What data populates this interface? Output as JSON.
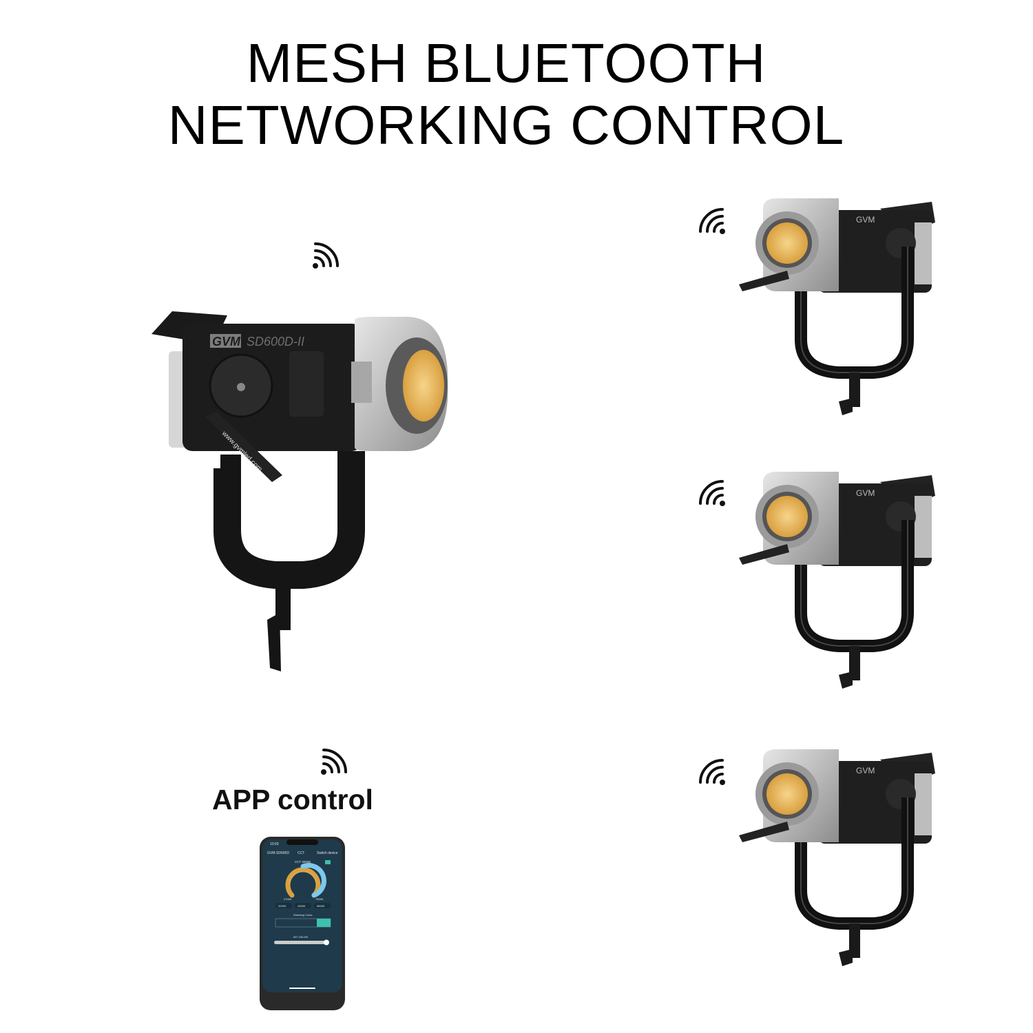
{
  "title": {
    "line1": "MESH BLUETOOTH",
    "line2": "NETWORKING CONTROL"
  },
  "app_label": "APP control",
  "main_light": {
    "brand": "GVM",
    "model": "SD600D-II",
    "url": "www.gvmled.com"
  },
  "small_lights": [
    {
      "brand": "GVM"
    },
    {
      "brand": "GVM"
    },
    {
      "brand": "GVM"
    }
  ],
  "phone_screen": {
    "time": "10:03",
    "device": "GVM-SD600D",
    "mode": "CCT",
    "switch": "Switch device",
    "cct_value": "CCT 3000K",
    "range_min": "2700K",
    "range_max": "7500K",
    "presets": [
      "3200K",
      "4300K",
      "5600K"
    ],
    "curve_label": "Dimming Curve",
    "intensity": "INT 100.0%"
  },
  "icons": [
    "wireless-signal-icon"
  ],
  "colors": {
    "text": "#000000",
    "body": "#1c1c1c",
    "silver": "#c8c8c8",
    "led": "#e8b45a",
    "screen": "#1f3a4a"
  }
}
